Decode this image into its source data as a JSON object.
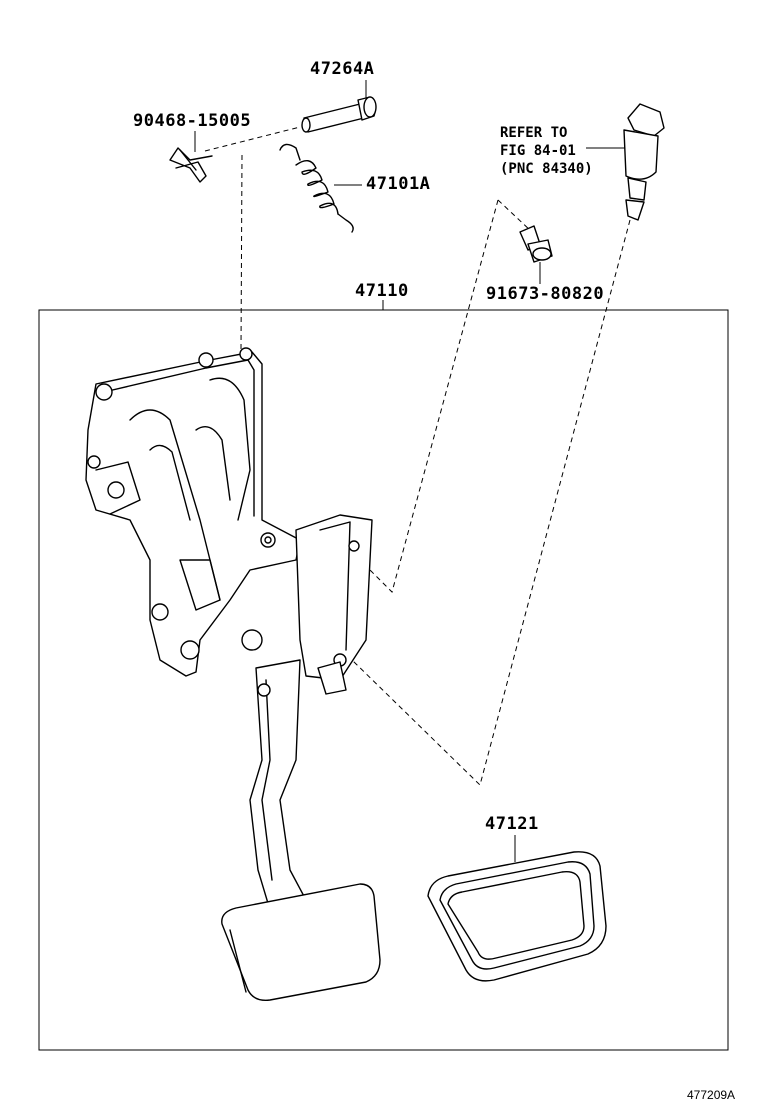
{
  "labels": {
    "pin": "47264A",
    "clip": "90468-15005",
    "spring": "47101A",
    "refer_line1": "REFER TO",
    "refer_line2": "FIG 84-01",
    "refer_line3": "(PNC 84340)",
    "bolt": "91673-80820",
    "assembly": "47110",
    "pad": "47121"
  },
  "figure_ref": "477209A"
}
